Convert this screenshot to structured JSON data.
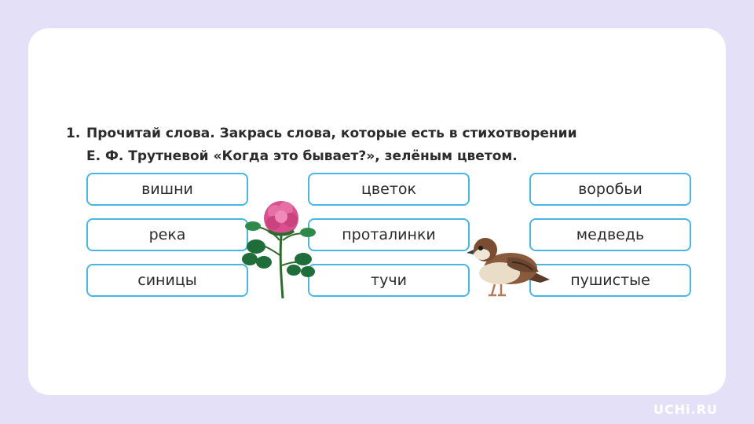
{
  "task": {
    "number": "1.",
    "line1": "Прочитай слова. Закрась слова, которые есть в стихотворении",
    "line2": "Е. Ф. Трутневой «Когда это бывает?», зелёным цветом."
  },
  "words": {
    "col1": [
      "вишни",
      "река",
      "синицы"
    ],
    "col2": [
      "цветок",
      "проталинки",
      "тучи"
    ],
    "col3": [
      "воробьи",
      "медведь",
      "пушистые"
    ]
  },
  "logo": "UCHi.RU",
  "colors": {
    "background": "#e4e0f7",
    "card": "#ffffff",
    "box_border": "#48b7e6",
    "text": "#2b2b2b"
  }
}
